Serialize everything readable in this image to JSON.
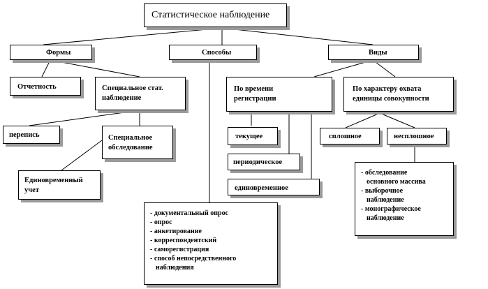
{
  "root": {
    "label": "Статистическое наблюдение"
  },
  "level1": {
    "forms": "Формы",
    "methods": "Способы",
    "types": "Виды"
  },
  "forms": {
    "reporting": "Отчетность",
    "special_line1": "Специальное  стат.",
    "special_line2": "наблюдение",
    "census": "перепись",
    "survey_line1": "Специальное",
    "survey_line2": "обследование",
    "onetime_line1": "Единовременный",
    "onetime_line2": "учет"
  },
  "types": {
    "by_time_line1": "По времени",
    "by_time_line2": "регистрации",
    "current": "текущее",
    "periodic": "периодическое",
    "onetime": "единовременное",
    "by_coverage_line1": "По характеру  охвата",
    "by_coverage_line2": "единицы совокупности",
    "continuous": "сплошное",
    "noncontinuous": "несплошное",
    "noncontinuous_items": [
      "- обследование",
      "  основного массива",
      "- выборочное",
      "  наблюдение",
      "- монографическое",
      "  наблюдение"
    ]
  },
  "methods": {
    "items": [
      "- документальный  опрос",
      "- опрос",
      "- анкетирование",
      "- корреспондентский",
      "- саморегистрация",
      "- способ непосредственного",
      "  наблюдения"
    ]
  }
}
